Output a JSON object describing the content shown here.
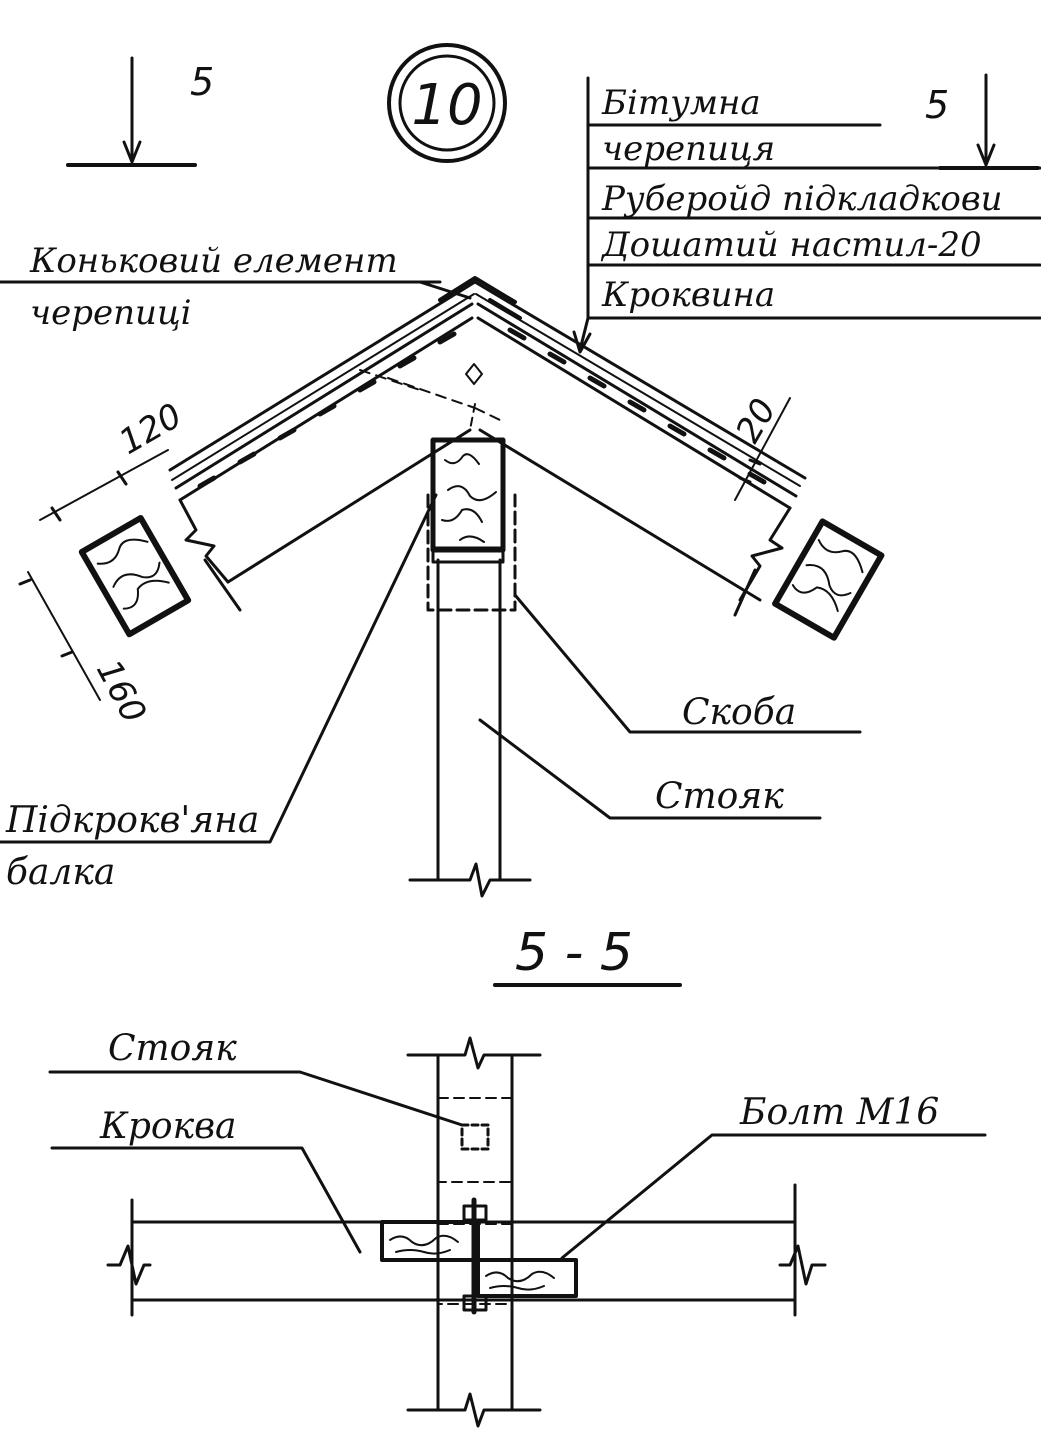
{
  "detail_number": "10",
  "section_marker": "5",
  "section_title": "5 - 5",
  "roof_layers": [
    "Бітумна",
    "черепиця",
    "Руберойд підкладкови",
    "Дошатий настил-20",
    "Кроквина"
  ],
  "ridge_label": [
    "Коньковий елемент",
    "черепиці"
  ],
  "labels": {
    "bracket": "Скоба",
    "post": "Стояк",
    "beam": [
      "Підкрокв'яна",
      "балка"
    ],
    "post_section": "Стояк",
    "rafter": "Кроква",
    "bolt": "Болт М16"
  },
  "dimensions": {
    "sheathing_thickness": "20",
    "rafter_width": "120",
    "rafter_height": "160"
  }
}
